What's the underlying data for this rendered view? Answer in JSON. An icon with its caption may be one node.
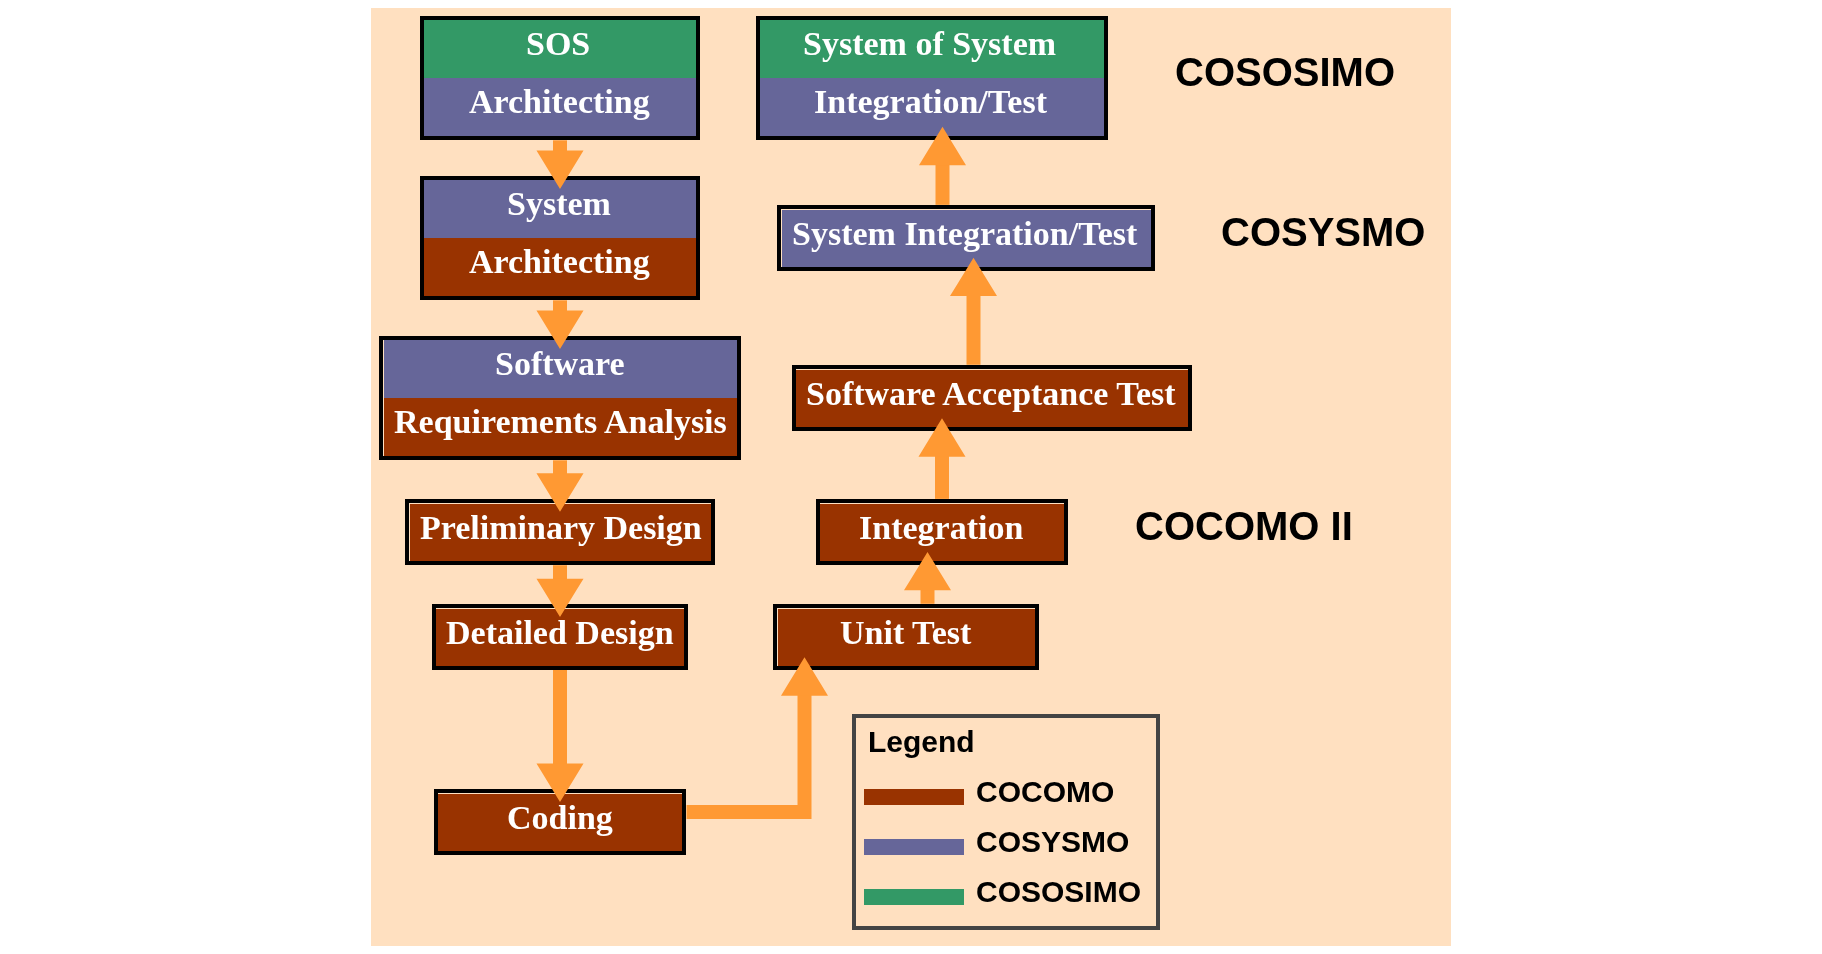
{
  "diagram": {
    "nodes": [
      {
        "text": [
          "SOS",
          "Architecting"
        ]
      },
      {
        "text": [
          "System",
          "Architecting"
        ]
      },
      {
        "text": [
          "Software",
          "Requirements Analysis"
        ]
      },
      {
        "text": [
          "Preliminary Design"
        ]
      },
      {
        "text": [
          "Detailed Design"
        ]
      },
      {
        "text": [
          "Coding"
        ]
      },
      {
        "text": [
          "Unit Test"
        ]
      },
      {
        "text": [
          "Integration"
        ]
      },
      {
        "text": [
          "Software Acceptance Test"
        ]
      },
      {
        "text": [
          "System Integration/Test"
        ]
      },
      {
        "text": [
          "System of System",
          "Integration/Test"
        ]
      }
    ],
    "edges": [
      {
        "from": 0,
        "to": 1,
        "arrow": "to"
      },
      {
        "from": 1,
        "to": 2,
        "arrow": "to"
      },
      {
        "from": 2,
        "to": 3,
        "arrow": "to"
      },
      {
        "from": 3,
        "to": 4,
        "arrow": "to"
      },
      {
        "from": 4,
        "to": 5,
        "arrow": "to"
      },
      {
        "from": 5,
        "to": 6,
        "arrow": "to"
      },
      {
        "from": 6,
        "to": 7,
        "arrow": "to"
      },
      {
        "from": 7,
        "to": 8,
        "arrow": "to"
      },
      {
        "from": 8,
        "to": 9,
        "arrow": "to"
      },
      {
        "from": 9,
        "to": 10,
        "arrow": "to"
      }
    ],
    "labels": [
      "COSOSIMO",
      "COSYSMO",
      "COCOMO II",
      "Legend"
    ],
    "legend": [
      {
        "text": "COCOMO",
        "color": "#993300"
      },
      {
        "text": "COSYSMO",
        "color": "#666699"
      },
      {
        "text": "COSOSIMO",
        "color": "#339966"
      }
    ]
  }
}
